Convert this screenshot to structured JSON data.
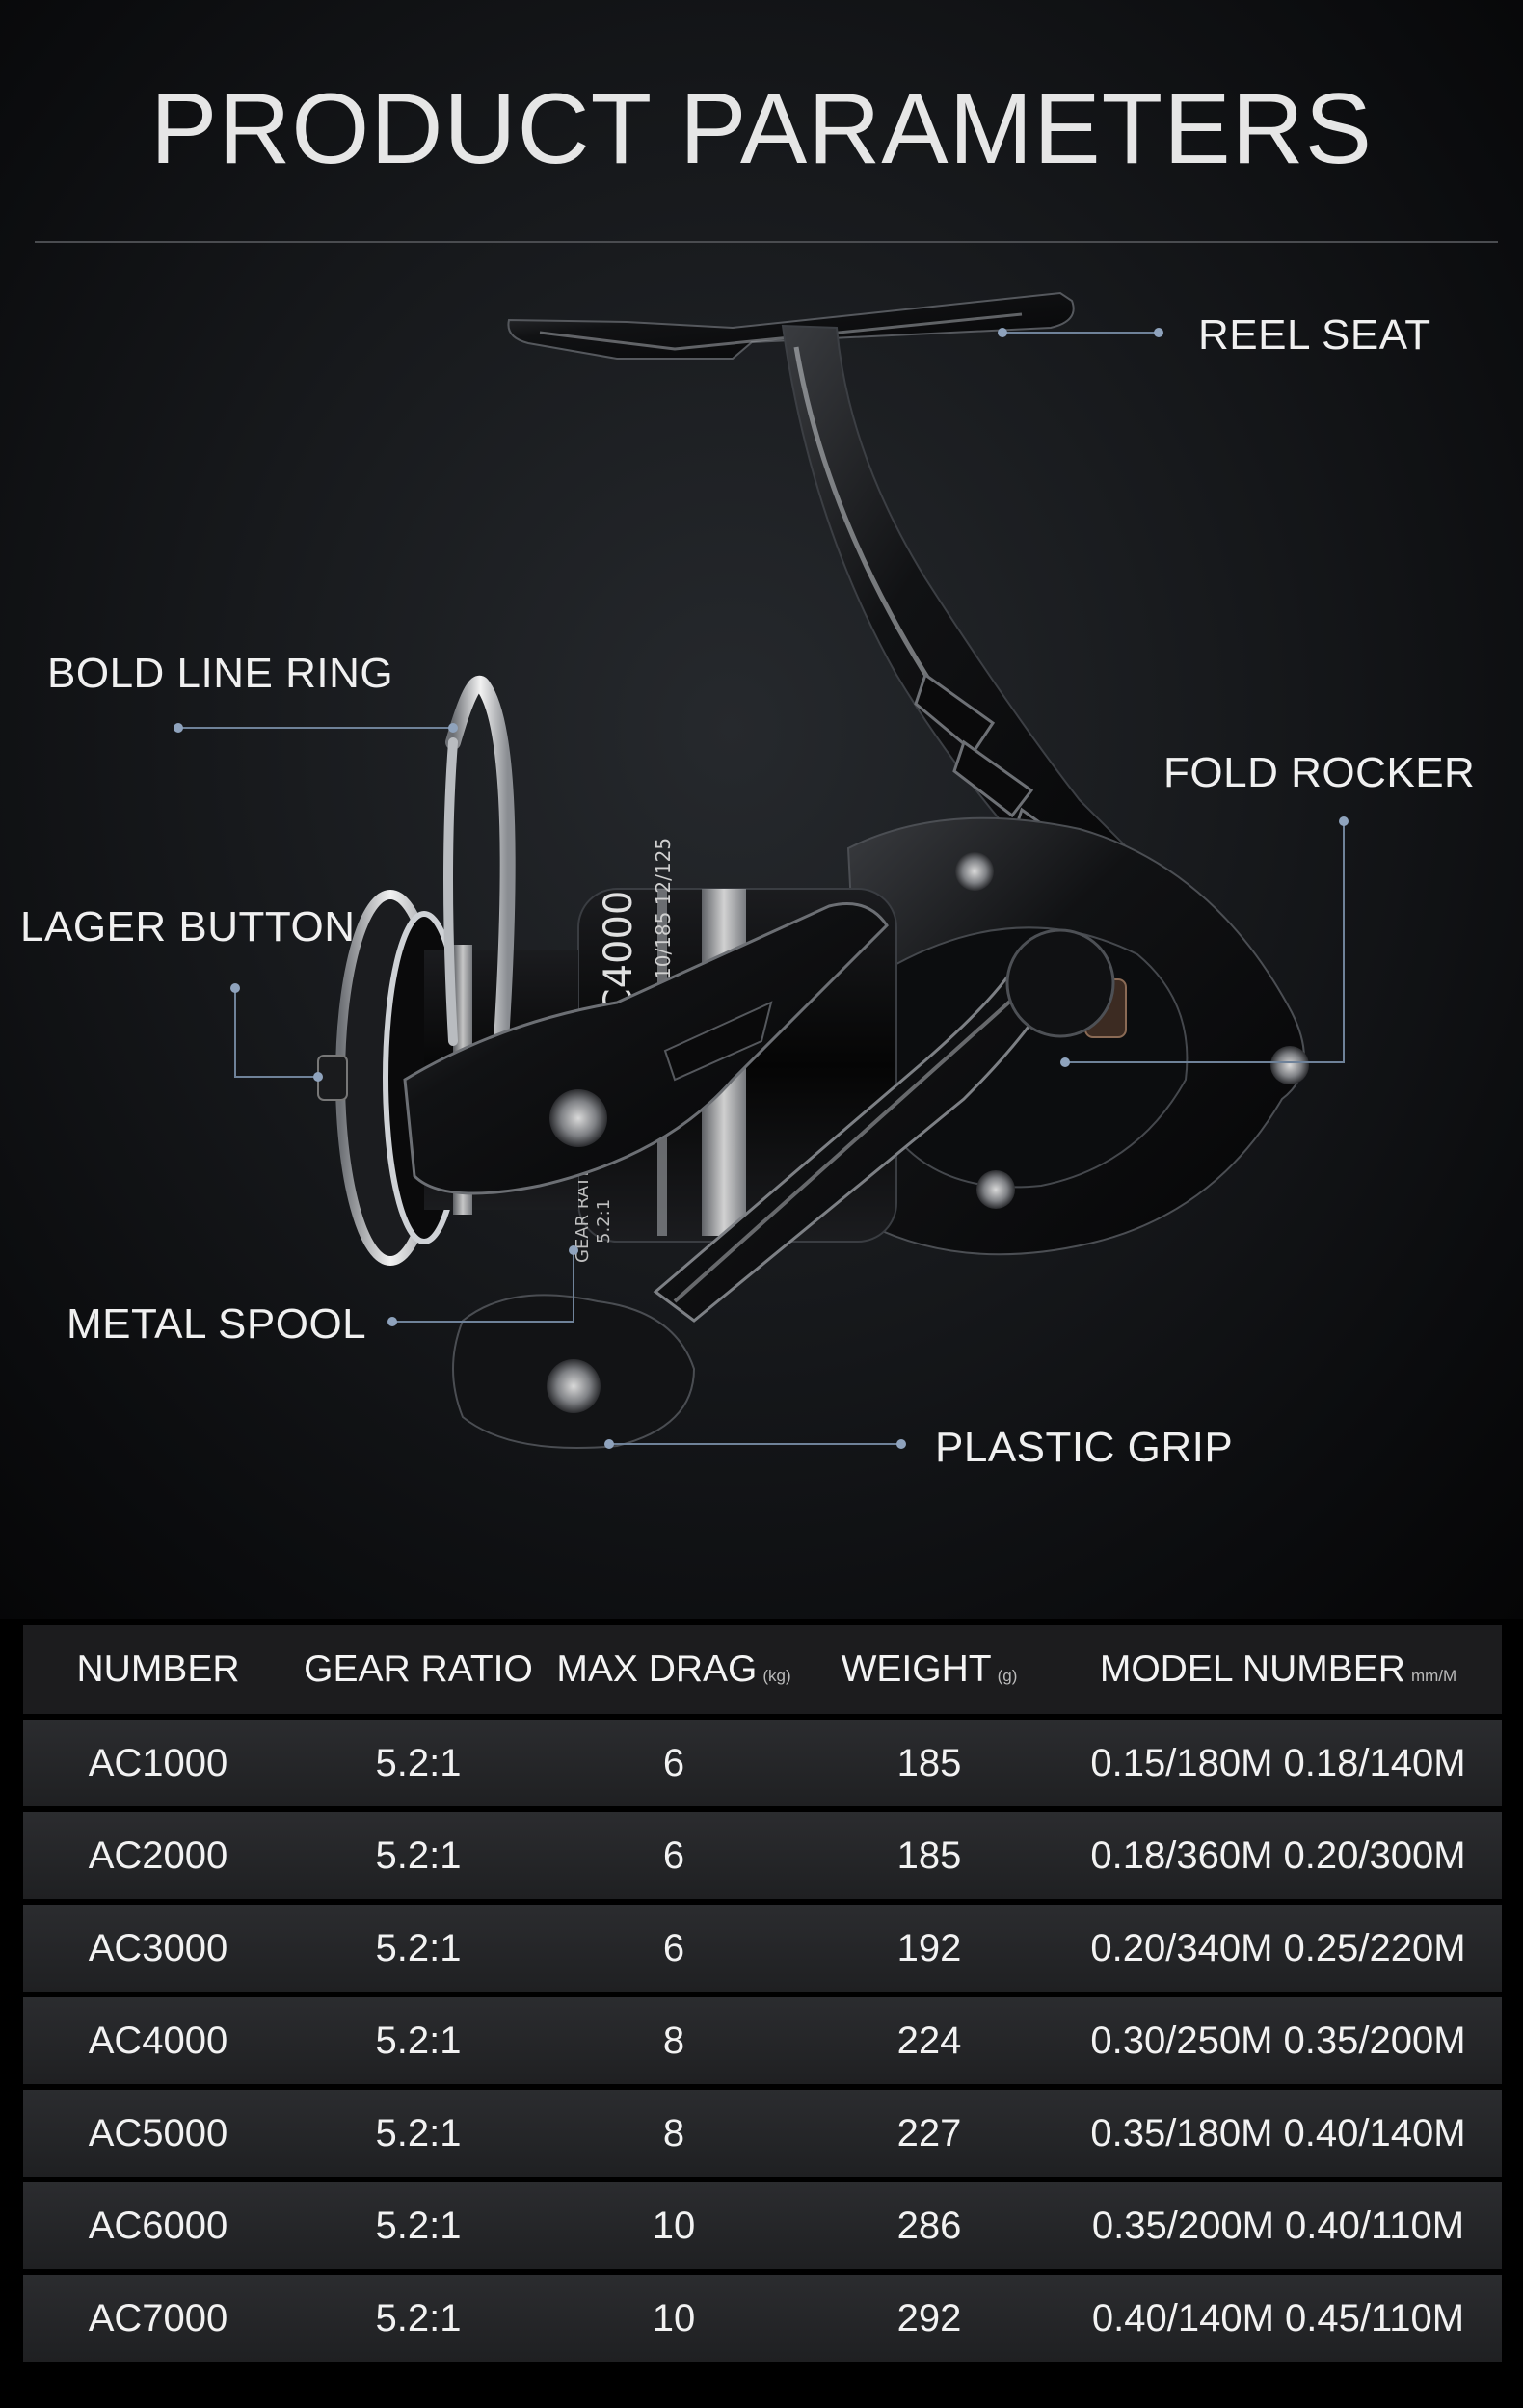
{
  "title": "PRODUCT PARAMETERS",
  "callouts": {
    "reel_seat": "REEL SEAT",
    "bold_line_ring": "BOLD LINE RING",
    "fold_rocker": "FOLD ROCKER",
    "lager_button": "LAGER BUTTON",
    "metal_spool": "METAL SPOOL",
    "plastic_grip": "PLASTIC GRIP"
  },
  "reel_print": {
    "model": "AC4000",
    "spool_line": "8/270 10/185 12/125",
    "gear_text": "GEAR RATIO",
    "gear_value": "5.2:1"
  },
  "table": {
    "headers": [
      {
        "label": "NUMBER",
        "unit": ""
      },
      {
        "label": "GEAR RATIO",
        "unit": ""
      },
      {
        "label": "MAX DRAG",
        "unit": "(kg)"
      },
      {
        "label": "WEIGHT",
        "unit": "(g)"
      },
      {
        "label": "MODEL NUMBER",
        "unit": "mm/M"
      }
    ],
    "rows": [
      [
        "AC1000",
        "5.2:1",
        "6",
        "185",
        "0.15/180M 0.18/140M"
      ],
      [
        "AC2000",
        "5.2:1",
        "6",
        "185",
        "0.18/360M 0.20/300M"
      ],
      [
        "AC3000",
        "5.2:1",
        "6",
        "192",
        "0.20/340M 0.25/220M"
      ],
      [
        "AC4000",
        "5.2:1",
        "8",
        "224",
        "0.30/250M 0.35/200M"
      ],
      [
        "AC5000",
        "5.2:1",
        "8",
        "227",
        "0.35/180M 0.40/140M"
      ],
      [
        "AC6000",
        "5.2:1",
        "10",
        "286",
        "0.35/200M 0.40/110M"
      ],
      [
        "AC7000",
        "5.2:1",
        "10",
        "292",
        "0.40/140M 0.45/110M"
      ]
    ]
  },
  "colors": {
    "background": "#000000",
    "leader_line": "#6f8299",
    "leader_dot": "#8fa3bd",
    "row_band": "#2b2c2f",
    "header_band": "#1c1c1e"
  }
}
